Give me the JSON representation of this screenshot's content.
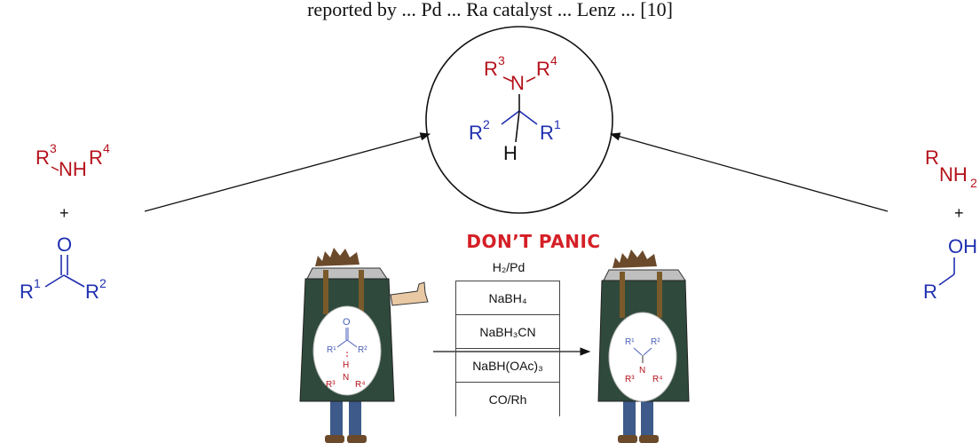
{
  "caption": "reported by ... Pd ... Ra catalyst ... Lenz ... [10]",
  "heading": "DON’T PANIC",
  "reagents": {
    "top": "H₂/Pd",
    "list": [
      "NaBH₄",
      "NaBH₃CN",
      "NaBH(OAc)₃",
      "CO/Rh"
    ]
  },
  "labels": {
    "r1": "R",
    "r2": "R",
    "r3": "R",
    "r4": "R",
    "r": "R",
    "sup1": "1",
    "sup2": "2",
    "sup3": "3",
    "sup4": "4",
    "n": "N",
    "nh": "NH",
    "nh2": "NH",
    "sub2": "2",
    "h": "H",
    "o": "O",
    "oh": "OH",
    "plus": "+"
  },
  "colors": {
    "amine": "#b5121b",
    "carbonyl": "#1f2fb0",
    "panic": "#d51f26",
    "bag": "#2f4a3c",
    "bag_flap": "#bfbfbf",
    "bag_window": "#ffffff",
    "strap": "#7a5a2a",
    "hair": "#6b4a2b",
    "jeans": "#3d5a8a",
    "skin": "#e9c8a4"
  }
}
